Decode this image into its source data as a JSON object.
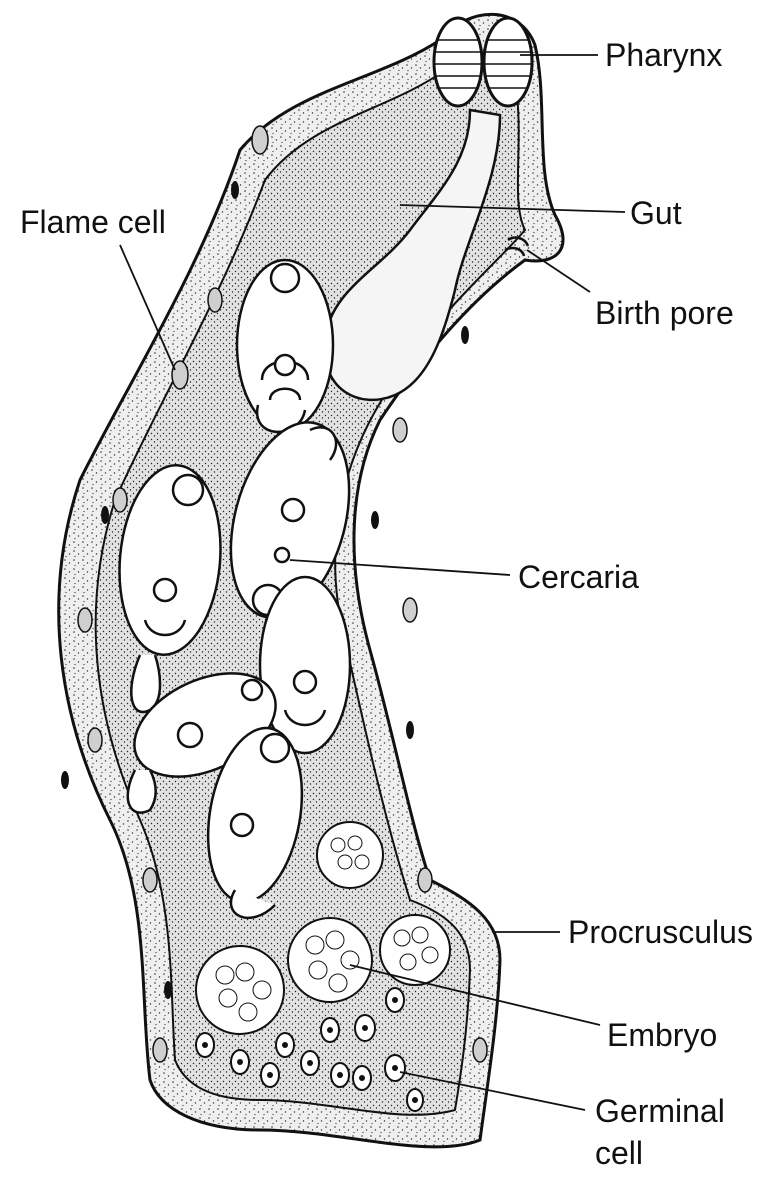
{
  "labels": {
    "pharynx": "Pharynx",
    "gut": "Gut",
    "flame_cell": "Flame cell",
    "birth_pore": "Birth pore",
    "cercaria": "Cercaria",
    "procrusculus": "Procrusculus",
    "embryo": "Embryo",
    "germinal_cell_line1": "Germinal",
    "germinal_cell_line2": "cell"
  },
  "colors": {
    "ink": "#111111",
    "cytoplasm": "#d9d9d9",
    "tegument": "#efefef",
    "paper": "#ffffff"
  }
}
